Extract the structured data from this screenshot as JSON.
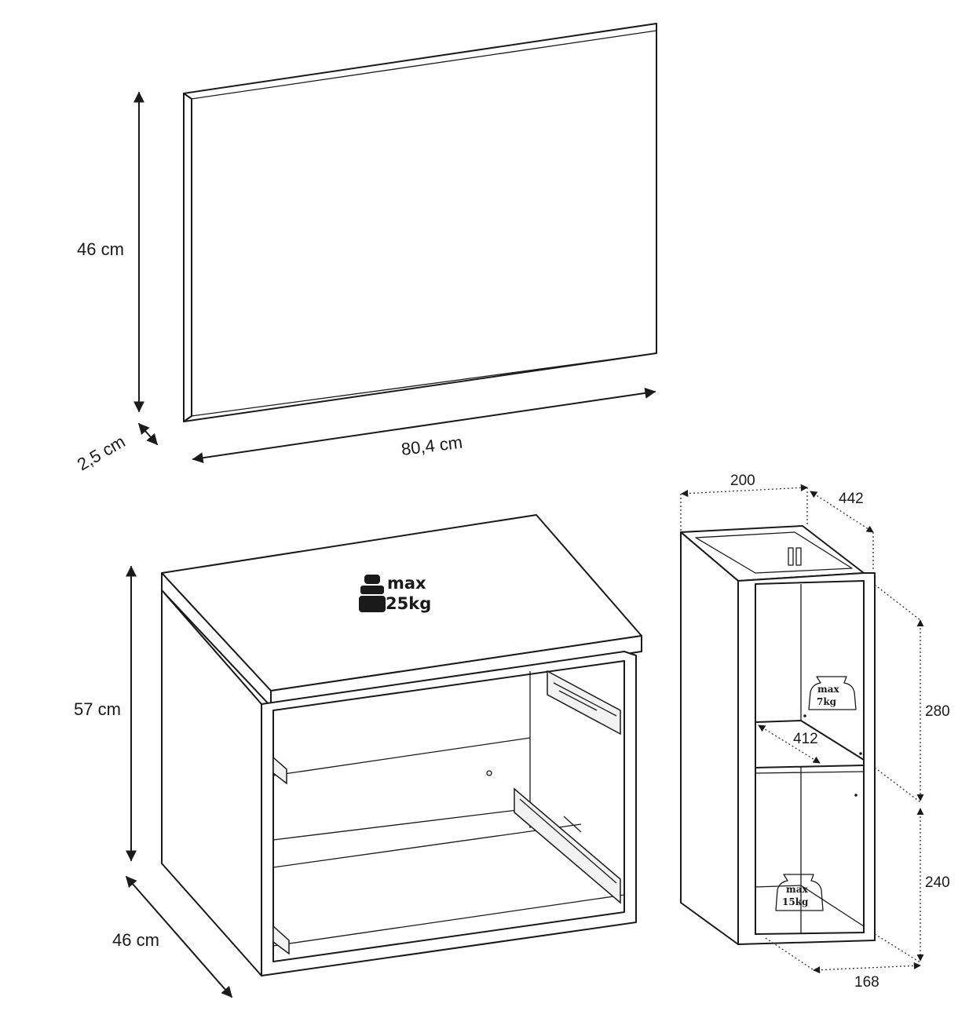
{
  "mirror": {
    "height_label": "46 cm",
    "width_label": "80,4 cm",
    "depth_label": "2,5 cm"
  },
  "cabinet": {
    "height_label": "57 cm",
    "depth_label": "46 cm",
    "load_max_label": "max",
    "load_value_label": "25kg"
  },
  "shelf_unit": {
    "width_label": "200",
    "depth_label": "442",
    "upper_height_label": "280",
    "lower_height_label": "240",
    "inner_depth_label": "412",
    "base_width_label": "168",
    "upper_load_max": "max",
    "upper_load_value": "7kg",
    "lower_load_max": "max",
    "lower_load_value": "15kg"
  }
}
